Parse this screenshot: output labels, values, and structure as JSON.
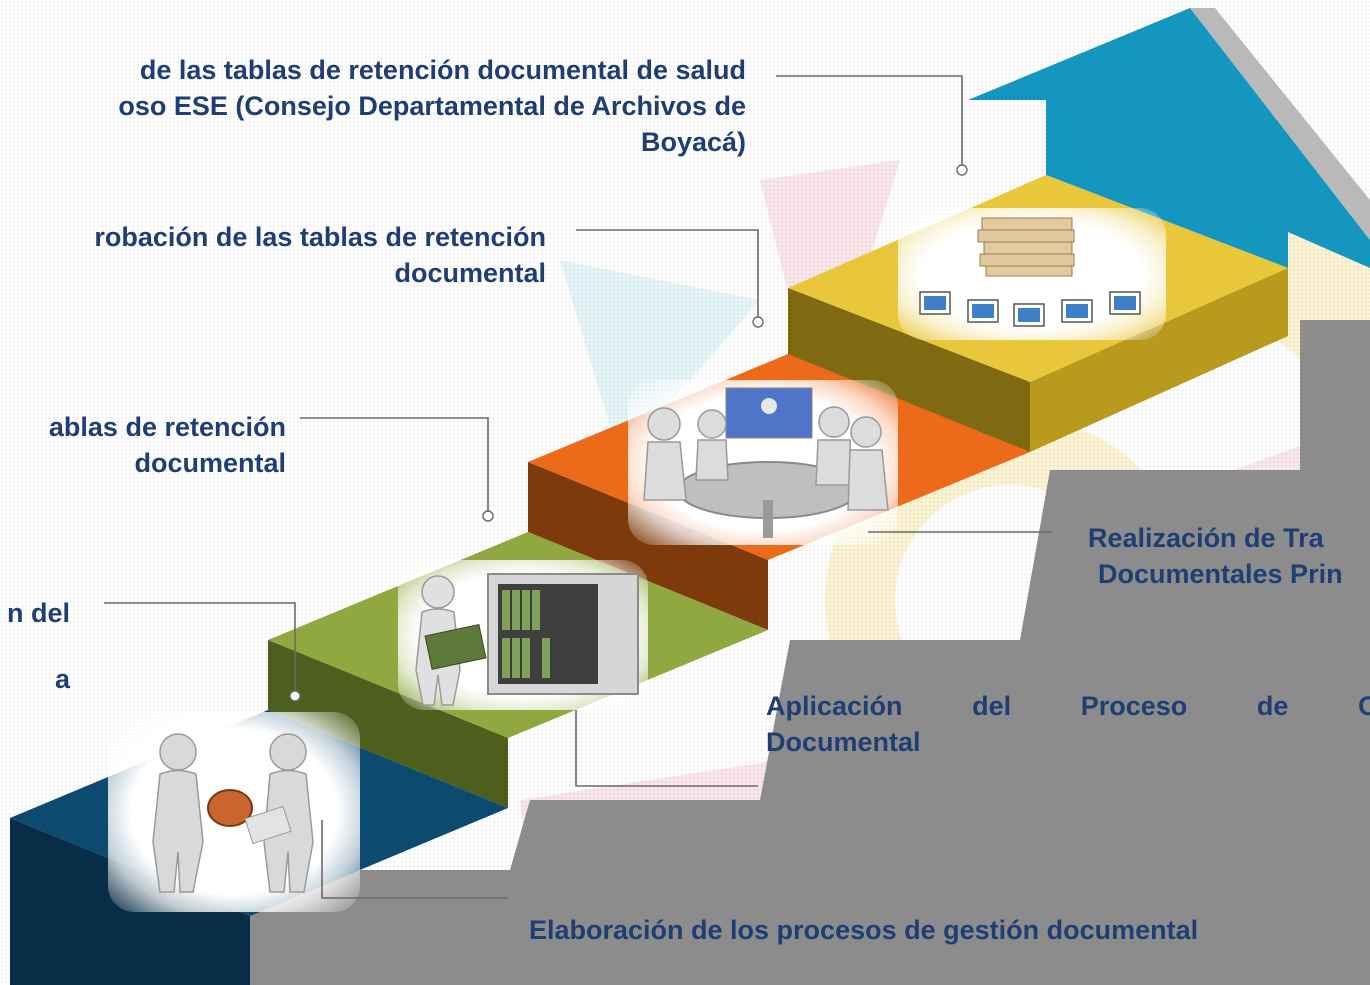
{
  "steps": [
    {
      "id": "step1",
      "label": "Elaboración de los procesos de gestión documental",
      "color": "#0d4a70"
    },
    {
      "id": "step2",
      "lines": [
        "Aplicación del Proceso de Org",
        "Documental"
      ],
      "color": "#8fa83f"
    },
    {
      "id": "step3",
      "lines": [
        "Realización de Tra",
        "Documentales Prin"
      ],
      "color": "#ee6a1b"
    },
    {
      "id": "step4",
      "color": "#e8c83a"
    }
  ],
  "left_labels": [
    {
      "id": "left1",
      "lines": [
        "n del",
        "",
        "a"
      ]
    },
    {
      "id": "left2",
      "lines": [
        "ablas de retención",
        "documental"
      ]
    },
    {
      "id": "left3",
      "lines": [
        "robación de las tablas de retención",
        "documental"
      ]
    },
    {
      "id": "left4",
      "lines": [
        "de las tablas de retención documental de salud",
        "oso ESE (Consejo Departamental de Archivos de",
        "Boyacá)"
      ]
    }
  ],
  "arrow_color": "#1596bf",
  "icons": {
    "photo1": "people-with-stamp-icon",
    "photo2": "person-reading-at-filing-cabinet-icon",
    "photo3": "people-meeting-at-table-icon",
    "photo4": "documents-and-laptops-icon"
  }
}
